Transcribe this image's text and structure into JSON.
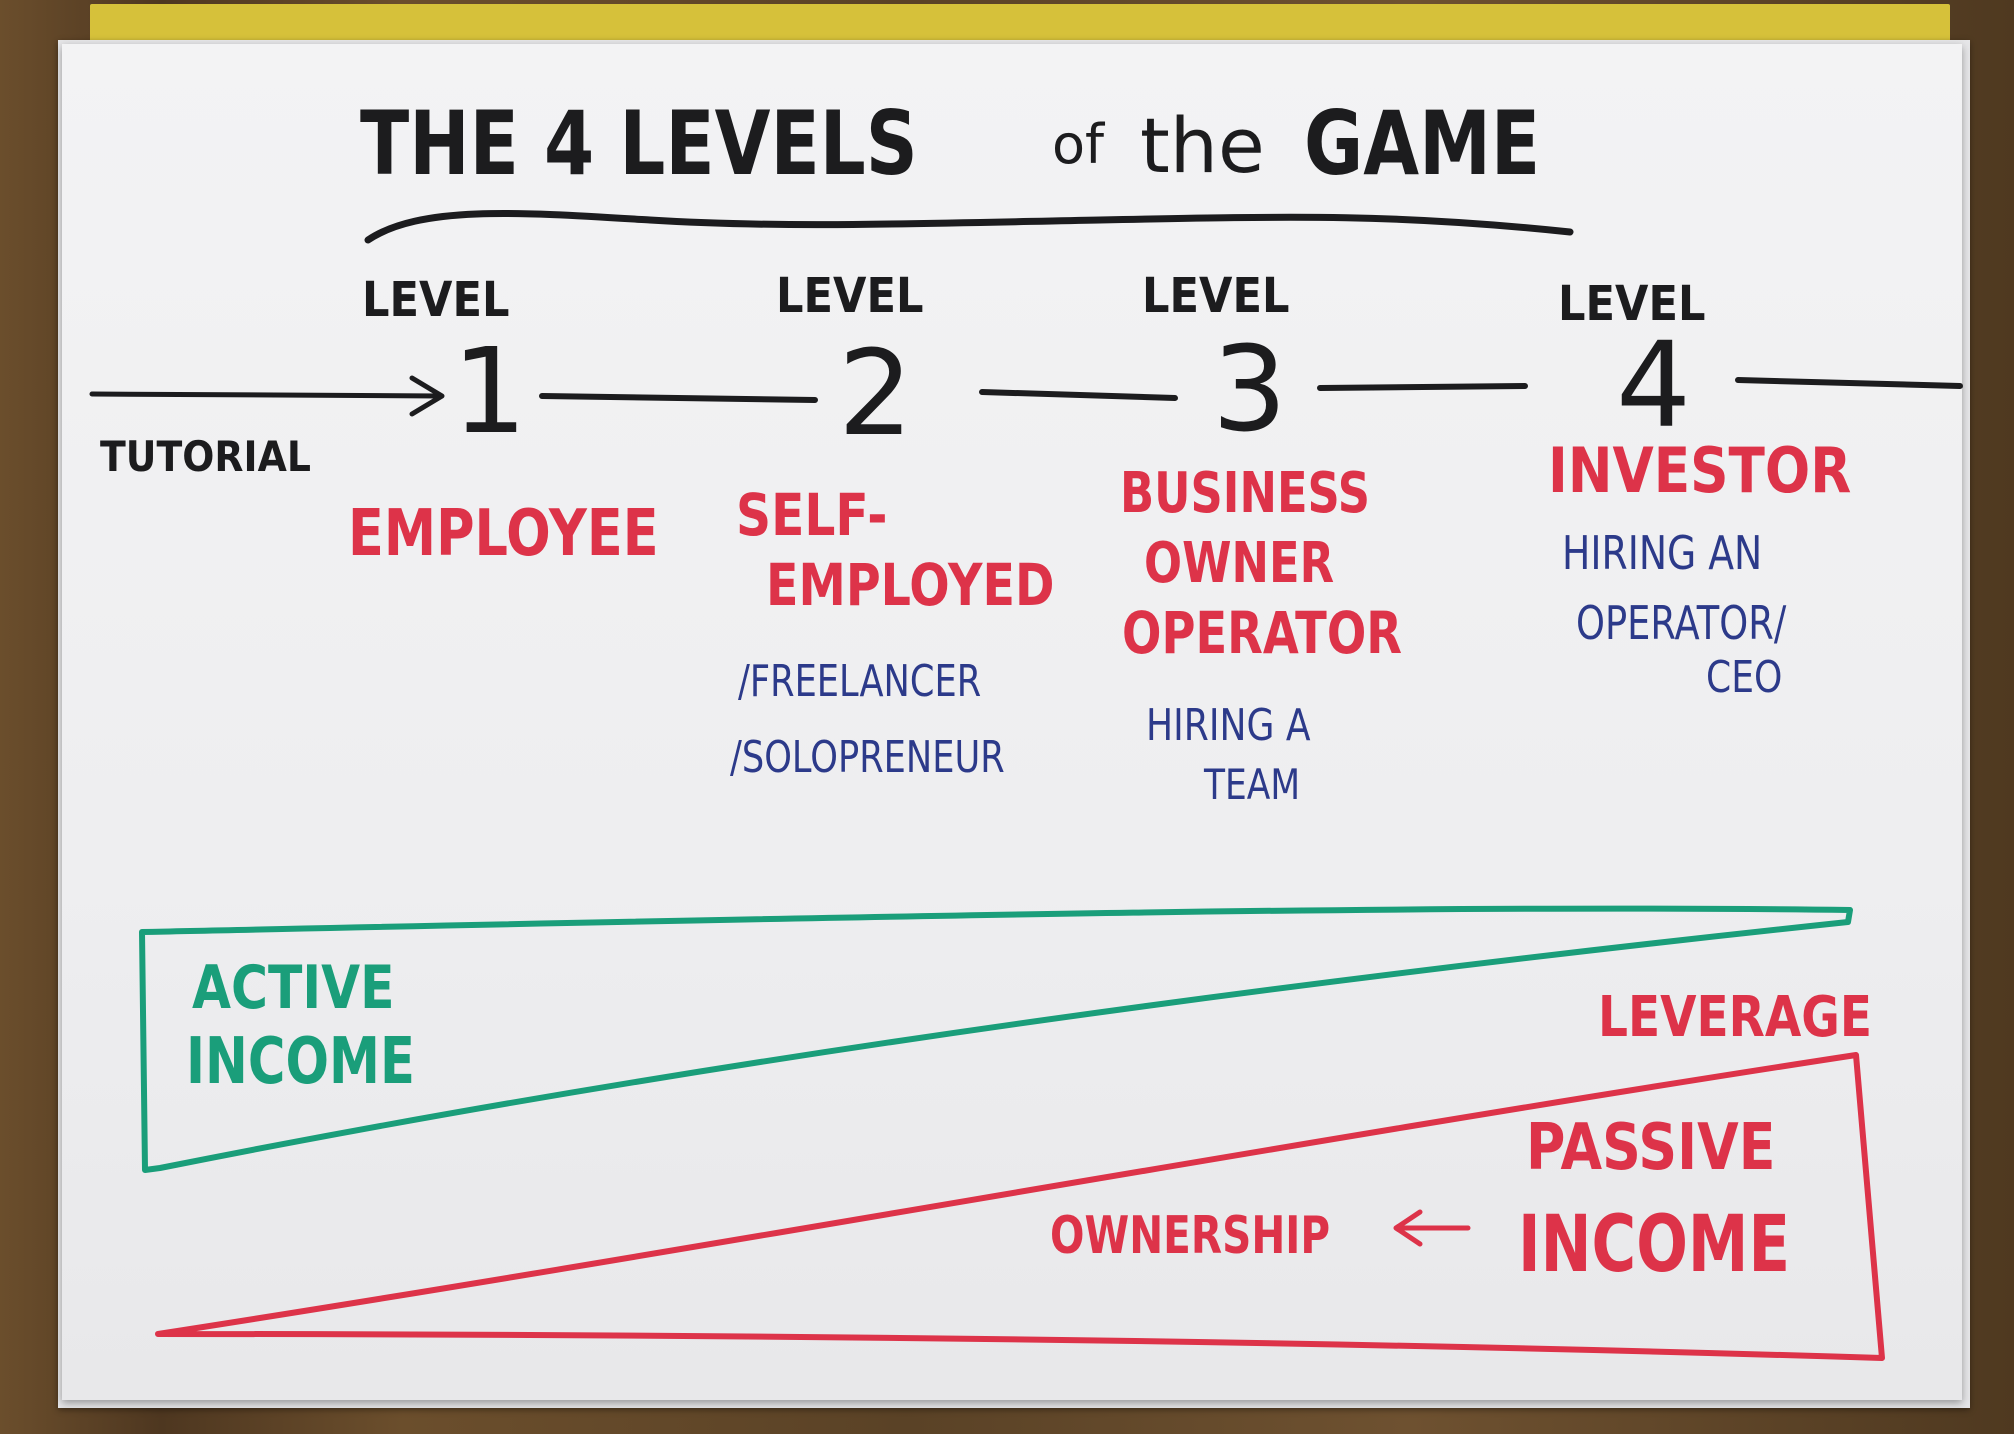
{
  "title": {
    "part1": "THE 4 LEVELS",
    "part2": "of",
    "part3": "the",
    "part4": "GAME"
  },
  "timeline": {
    "start_label": "TUTORIAL",
    "levels": [
      {
        "heading": "LEVEL",
        "number": "1",
        "role": [
          "EMPLOYEE"
        ],
        "notes": []
      },
      {
        "heading": "LEVEL",
        "number": "2",
        "role": [
          "SELF-",
          "EMPLOYED"
        ],
        "notes": [
          "/FREELANCER",
          "/SOLOPRENEUR"
        ]
      },
      {
        "heading": "LEVEL",
        "number": "3",
        "role": [
          "BUSINESS",
          "OWNER",
          "OPERATOR"
        ],
        "notes": [
          "HIRING A",
          "TEAM"
        ]
      },
      {
        "heading": "LEVEL",
        "number": "4",
        "role": [
          "INVESTOR"
        ],
        "notes": [
          "HIRING AN",
          "OPERATOR/",
          "CEO"
        ]
      }
    ]
  },
  "income": {
    "active": [
      "ACTIVE",
      "INCOME"
    ],
    "passive": [
      "PASSIVE",
      "INCOME"
    ],
    "leverage": "LEVERAGE",
    "ownership": "OWNERSHIP"
  },
  "colors": {
    "black_ink": "#1c1c1e",
    "red_ink": "#dd3349",
    "blue_ink": "#2c3a8a",
    "green_ink": "#1a9e7a",
    "paper": "#f0f0f2",
    "wood": "#5a4226",
    "yellow_edge": "#d6c13a"
  }
}
